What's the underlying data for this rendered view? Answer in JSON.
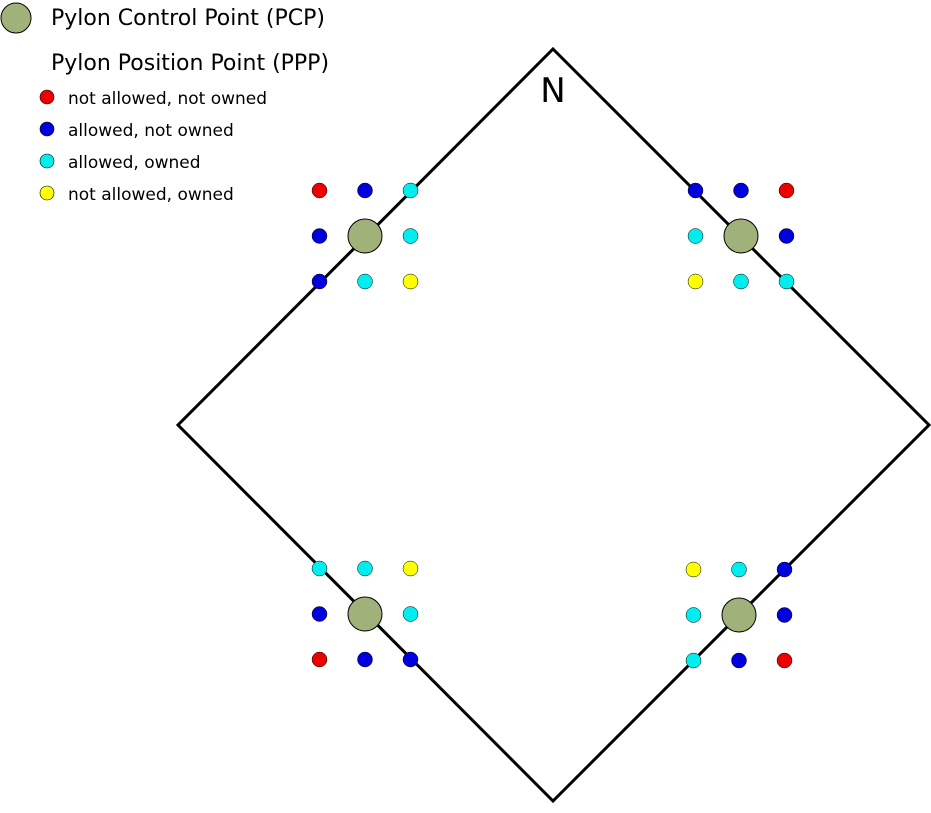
{
  "legend": {
    "pcp_label": "Pylon Control Point (PCP)",
    "ppp_label": "Pylon Position Point (PPP)",
    "items": [
      {
        "label": "not allowed, not owned",
        "state": "red"
      },
      {
        "label": "allowed, not owned",
        "state": "blue"
      },
      {
        "label": "allowed, owned",
        "state": "cyan"
      },
      {
        "label": "not allowed, owned",
        "state": "yellow"
      }
    ]
  },
  "map": {
    "north_label": "N"
  },
  "colors": {
    "red": "#ee0000",
    "blue": "#0000dd",
    "cyan": "#00eeee",
    "yellow": "#ffff00",
    "pcp": "#a0b27a",
    "outline": "#000000"
  },
  "pylons": [
    {
      "corner": "north-west",
      "grid": [
        [
          "red",
          "blue",
          "cyan"
        ],
        [
          "blue",
          "pcp",
          "cyan"
        ],
        [
          "blue",
          "cyan",
          "yellow"
        ]
      ]
    },
    {
      "corner": "north-east",
      "grid": [
        [
          "blue",
          "blue",
          "red"
        ],
        [
          "cyan",
          "pcp",
          "blue"
        ],
        [
          "yellow",
          "cyan",
          "cyan"
        ]
      ]
    },
    {
      "corner": "south-west",
      "grid": [
        [
          "cyan",
          "cyan",
          "yellow"
        ],
        [
          "blue",
          "pcp",
          "cyan"
        ],
        [
          "red",
          "blue",
          "blue"
        ]
      ]
    },
    {
      "corner": "south-east",
      "grid": [
        [
          "yellow",
          "cyan",
          "blue"
        ],
        [
          "cyan",
          "pcp",
          "blue"
        ],
        [
          "cyan",
          "blue",
          "red"
        ]
      ]
    }
  ]
}
